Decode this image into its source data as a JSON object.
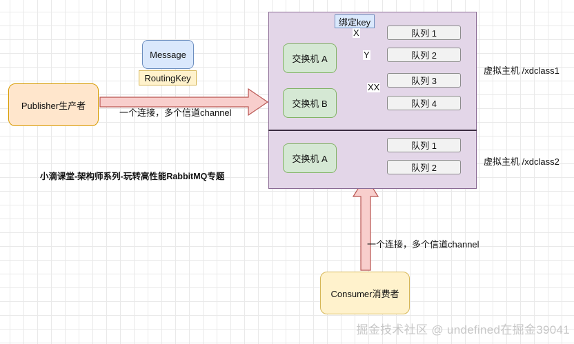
{
  "publisher": {
    "label": "Publisher生产者"
  },
  "consumer": {
    "label": "Consumer消费者"
  },
  "message": {
    "label": "Message",
    "routing_key": "RoutingKey"
  },
  "title": "小滴课堂-架构师系列-玩转高性能RabbitMQ专题",
  "connection_label_publisher": "一个连接，多个信道channel",
  "connection_label_consumer": "一个连接，多个信道channel",
  "binding_key_label": "绑定key",
  "vhost1": {
    "name": "虚拟主机 /xdclass1",
    "exchange_a": "交换机 A",
    "exchange_b": "交换机 B",
    "queues": [
      "队列 1",
      "队列 2",
      "队列 3",
      "队列 4"
    ],
    "edge_labels": [
      "X",
      "Y",
      "XX"
    ]
  },
  "vhost2": {
    "name": "虚拟主机 /xdclass2",
    "exchange_a": "交换机 A",
    "queues": [
      "队列 1",
      "队列 2"
    ]
  },
  "watermark": "掘金技术社区 @ undefined在掘金39041",
  "colors": {
    "vhost_fill": "#e3d6e8",
    "exchange_fill": "#d5e8d4",
    "publisher_fill": "#ffe6cc",
    "consumer_fill": "#fff2cc",
    "message_fill": "#dae8fc",
    "arrow_fill": "#f8cecc"
  }
}
